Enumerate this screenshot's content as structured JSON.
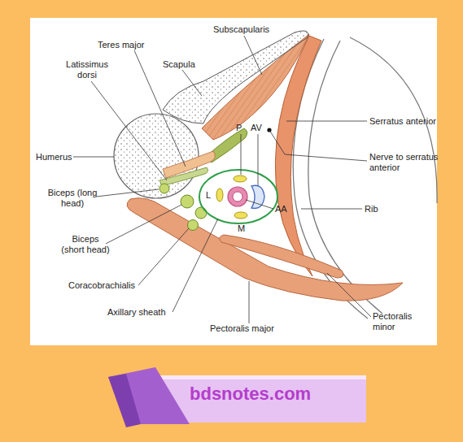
{
  "diagram": {
    "nodes": [
      {
        "text": [
          "bdsnotes.com"
        ]
      }
    ],
    "labels": [
      "Teres major",
      "Subscapularis",
      "Latissimus dorsi",
      "Scapula",
      "Serratus anterior",
      "Humerus",
      "P",
      "AV",
      "Nerve to serratus anterior",
      "L",
      "AA",
      "Biceps (long head)",
      "Rib",
      "M",
      "Biceps (short head)",
      "Coracobrachialis",
      "Axillary sheath",
      "Pectoralis major",
      "Pectoralis minor"
    ]
  }
}
